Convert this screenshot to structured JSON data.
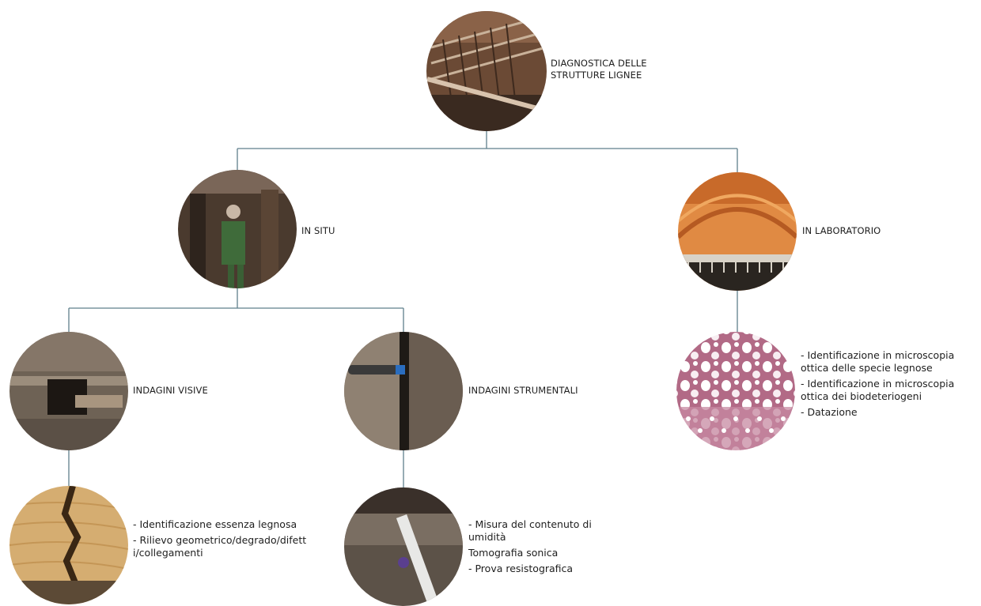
{
  "nodes": {
    "root": {
      "label": "DIAGNOSTICA DELLE\nSTRUTTURE  LIGNEE",
      "photo": "wooden roof structure"
    },
    "in_situ": {
      "label": "IN SITU",
      "photo": "inspector in wooden structure"
    },
    "in_laboratorio": {
      "label": "IN LABORATORIO",
      "photo": "wood sample with ruler"
    },
    "indagini_visive": {
      "label": "INDAGINI VISIVE",
      "photo": "beam with cavity"
    },
    "indagini_strumentali": {
      "label": "INDAGINI STRUMENTALI",
      "photo": "instrument on beam"
    },
    "visive_detail": {
      "photo": "cracked wood",
      "bullets": [
        "- Identificazione essenza legnosa",
        "- Rilievo geometrico/degrado/difetti/collegamenti"
      ]
    },
    "strumentali_detail": {
      "photo": "resistograph test on beam",
      "bullets": [
        "- Misura del contenuto di umidità",
        "Tomografia sonica",
        "- Prova resistografica"
      ]
    },
    "laboratorio_detail": {
      "photo": "microscope wood section",
      "bullets": [
        "- Identificazione in microscopia ottica delle specie legnose",
        "- Identificazione in microscopia ottica dei biodeteriogeni",
        "- Datazione"
      ]
    }
  },
  "colors": {
    "connector": "#5f7f8c"
  }
}
